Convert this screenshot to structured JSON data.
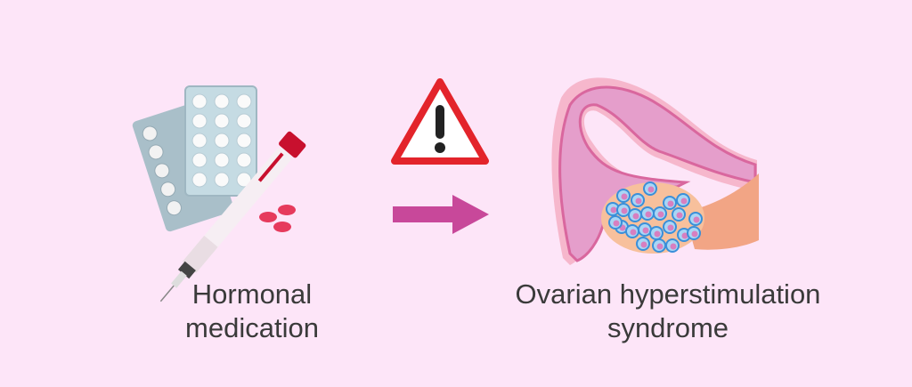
{
  "left": {
    "label_line1": "Hormonal",
    "label_line2": "medication",
    "icon": "pills-and-injection-pen"
  },
  "middle": {
    "warning_icon": "warning-triangle",
    "arrow_icon": "right-arrow"
  },
  "right": {
    "label_line1": "Ovarian hyperstimulation",
    "label_line2": "syndrome",
    "icon": "uterus-with-enlarged-ovary"
  },
  "colors": {
    "background": "#fde5f8",
    "arrow": "#c8489a",
    "warning_border": "#e3242b",
    "text": "#3a3a3a"
  }
}
